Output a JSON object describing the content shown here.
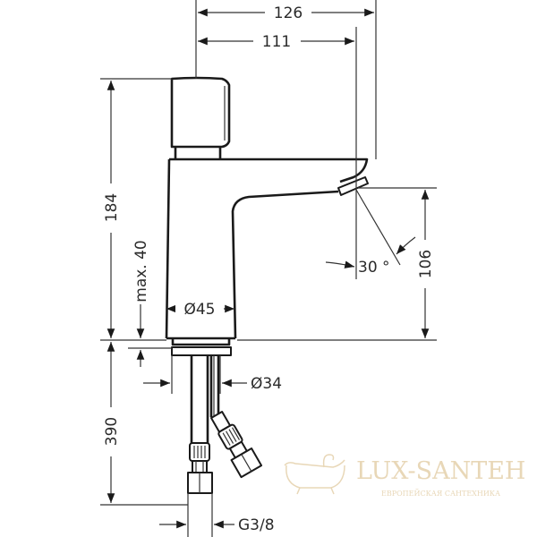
{
  "drawing": {
    "type": "technical-dimension-drawing",
    "subject": "single-lever basin faucet (side view)",
    "dimensions": {
      "overall_depth": "126",
      "spout_reach": "111",
      "overall_height": "184",
      "spout_height": "106",
      "max_deck_thickness": "max. 40",
      "body_diameter": "Ø45",
      "shank_diameter": "Ø34",
      "hose_length": "390",
      "connection_thread": "G3/8",
      "spout_angle": "30 °"
    }
  },
  "watermark": {
    "brand": "LUX-SANTEH",
    "tagline": "ЕВРОПЕЙСКАЯ САНТЕХНИКА",
    "color": "#e6d3b0"
  },
  "colors": {
    "line": "#1a1a1a",
    "background": "#ffffff"
  }
}
